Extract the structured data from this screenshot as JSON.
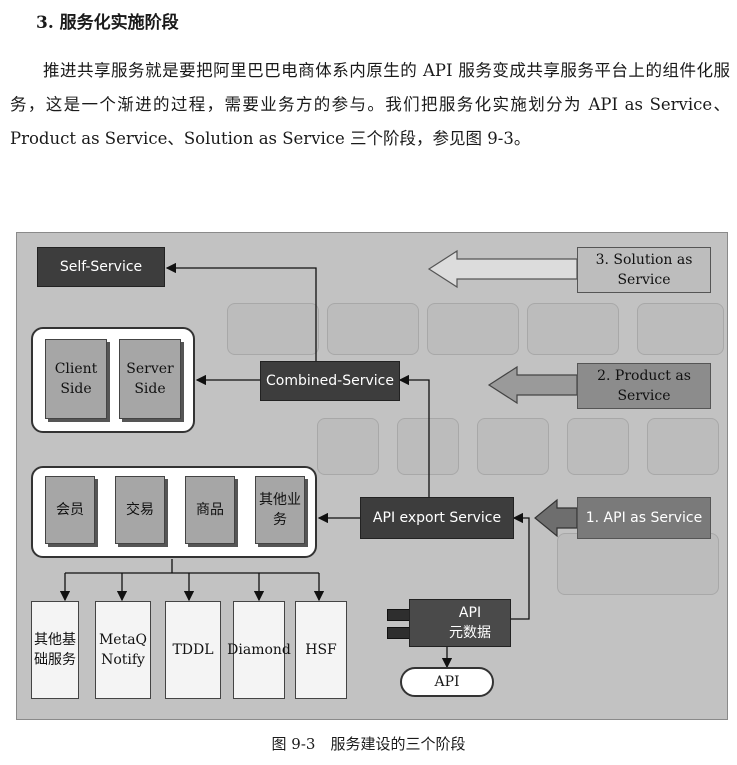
{
  "section": {
    "title": "3. 服务化实施阶段"
  },
  "paragraph": "推进共享服务就是要把阿里巴巴电商体系内原生的 API 服务变成共享服务平台上的组件化服务，这是一个渐进的过程，需要业务方的参与。我们把服务化实施划分为 API as Service、Product as Service、Solution as Service 三个阶段，参见图 9-3。",
  "diagram": {
    "self_service": "Self-Service",
    "client_side": "Client Side",
    "server_side": "Server Side",
    "combined_service": "Combined-Service",
    "business_tiles": [
      "会员",
      "交易",
      "商品",
      "其他业务"
    ],
    "api_export_service": "API export Service",
    "infra_tiles": [
      "其他基础服务",
      "MetaQ Notify",
      "TDDL",
      "Diamond",
      "HSF"
    ],
    "api_meta_line1": "API",
    "api_meta_line2": "元数据",
    "api_oval": "API",
    "phases": [
      "3. Solution as Service",
      "2. Product as Service",
      "1. API as Service"
    ]
  },
  "caption": "图 9-3　服务建设的三个阶段"
}
